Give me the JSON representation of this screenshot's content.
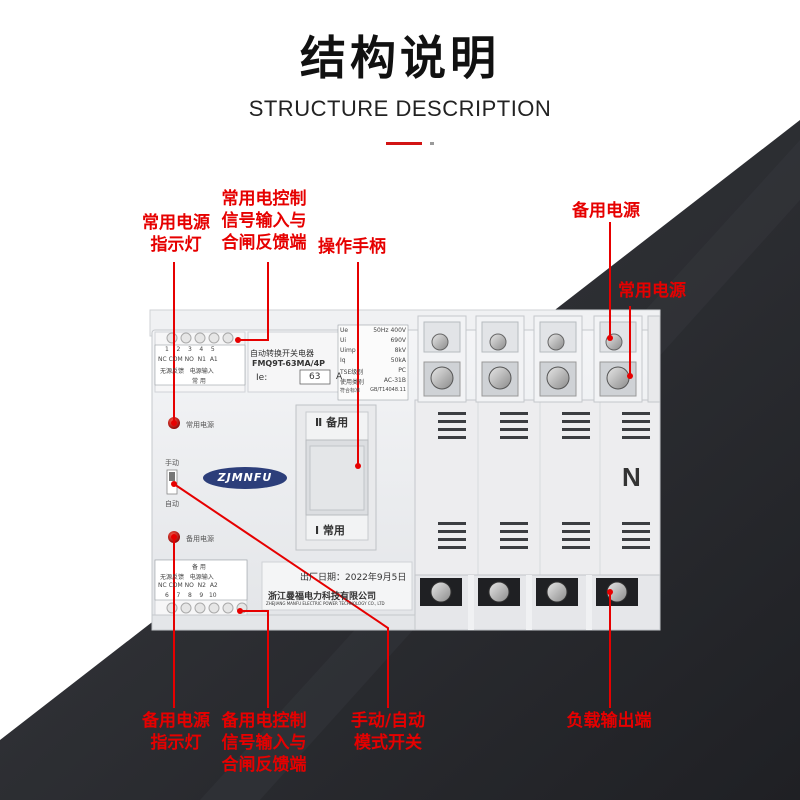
{
  "header": {
    "title_cn": "结构说明",
    "title_en": "STRUCTURE DESCRIPTION"
  },
  "labels": {
    "normal_indicator": [
      "常用电源",
      "指示灯"
    ],
    "normal_control": [
      "常用电控制",
      "信号输入与",
      "合闸反馈端"
    ],
    "handle": [
      "操作手柄"
    ],
    "backup_power": [
      "备用电源"
    ],
    "normal_power": [
      "常用电源"
    ],
    "backup_indicator": [
      "备用电源",
      "指示灯"
    ],
    "backup_control": [
      "备用电控制",
      "信号输入与",
      "合闸反馈端"
    ],
    "manual_auto": [
      "手动/自动",
      "模式开关"
    ],
    "load_output": [
      "负载输出端"
    ]
  },
  "device": {
    "top_terminal_numbers": [
      "1",
      "2",
      "3",
      "4",
      "5"
    ],
    "top_terminal_row": [
      "NC",
      "COM",
      "NO",
      "N1",
      "A1"
    ],
    "top_terminal_groups": [
      "无源反馈",
      "电源输入"
    ],
    "top_terminal_footer": "常 用",
    "bottom_terminal_header": "备 用",
    "bottom_terminal_groups": [
      "无源反馈",
      "电源输入"
    ],
    "bottom_terminal_row": [
      "NC",
      "COM",
      "NO",
      "N2",
      "A2"
    ],
    "bottom_terminal_numbers": [
      "6",
      "7",
      "8",
      "9",
      "10"
    ],
    "product_name": "自动转换开关电器",
    "model": "FMQ9T-63MA/4P",
    "rating_label": "Ie:",
    "rating_value": "63",
    "rating_unit": "A",
    "specs": [
      [
        "Ue",
        "50Hz  400V"
      ],
      [
        "Ui",
        "690V"
      ],
      [
        "Uimp",
        "8kV"
      ],
      [
        "Iq",
        "50kA"
      ],
      [
        "TSE级别",
        "PC"
      ],
      [
        "使用类别",
        "AC-31B"
      ],
      [
        "符合标准",
        "GB/T14048.11"
      ]
    ],
    "normal_led_text": "常用电源",
    "backup_led_text": "备用电源",
    "switch_top": "手动",
    "switch_bottom": "自动",
    "brand": "ZJMNFU",
    "handle_top": "Ⅱ 备用",
    "handle_bottom": "Ⅰ 常用",
    "date": "出厂日期：2022年9月5日",
    "company_cn": "浙江曼福电力科技有限公司",
    "company_en": "ZHEJIANG MANFU ELECTRIC POWER TECHNOLOGY CO., LTD",
    "neutral_mark": "N"
  },
  "colors": {
    "label": "#e60000",
    "leader": "#e60000",
    "accent_bar": "#d21414",
    "dark_bg": "#2b2d31",
    "device_body": "#eeeff1",
    "brand_oval": "#2c3e7a"
  }
}
